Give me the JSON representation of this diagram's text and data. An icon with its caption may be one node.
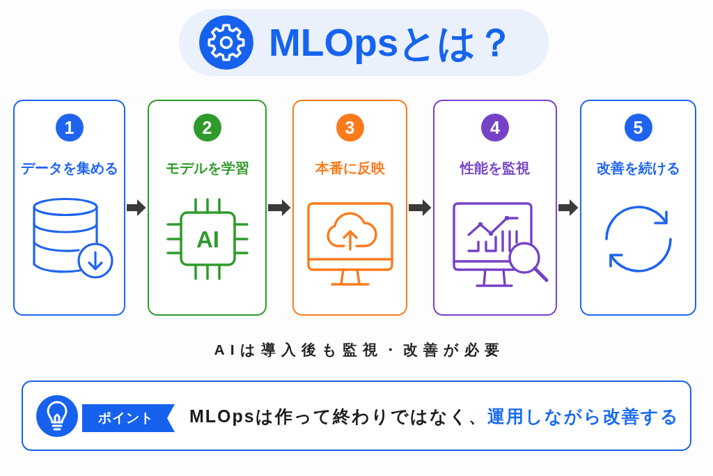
{
  "diagram": {
    "title": "MLOpsとは？",
    "nodes": [
      {
        "text": [
          "1",
          "データを集める"
        ]
      },
      {
        "text": [
          "2",
          "モデルを学習",
          "AI"
        ]
      },
      {
        "text": [
          "3",
          "本番に反映"
        ]
      },
      {
        "text": [
          "4",
          "性能を監視"
        ]
      },
      {
        "text": [
          "5",
          "改善を続ける"
        ]
      },
      {
        "text": [
          "MLOpsは作って終わりではなく、**運用しながら改善する**"
        ]
      },
      {
        "text": [
          "ポイント"
        ],
        "in": 5
      }
    ],
    "edges": [
      {
        "from": 0,
        "to": 1,
        "arrow": "to"
      },
      {
        "from": 1,
        "to": 2,
        "arrow": "to"
      },
      {
        "from": 2,
        "to": 3,
        "arrow": "to"
      },
      {
        "from": 3,
        "to": 4,
        "arrow": "to"
      }
    ],
    "labels": [
      "AIは導入後も監視・改善が必要"
    ]
  }
}
